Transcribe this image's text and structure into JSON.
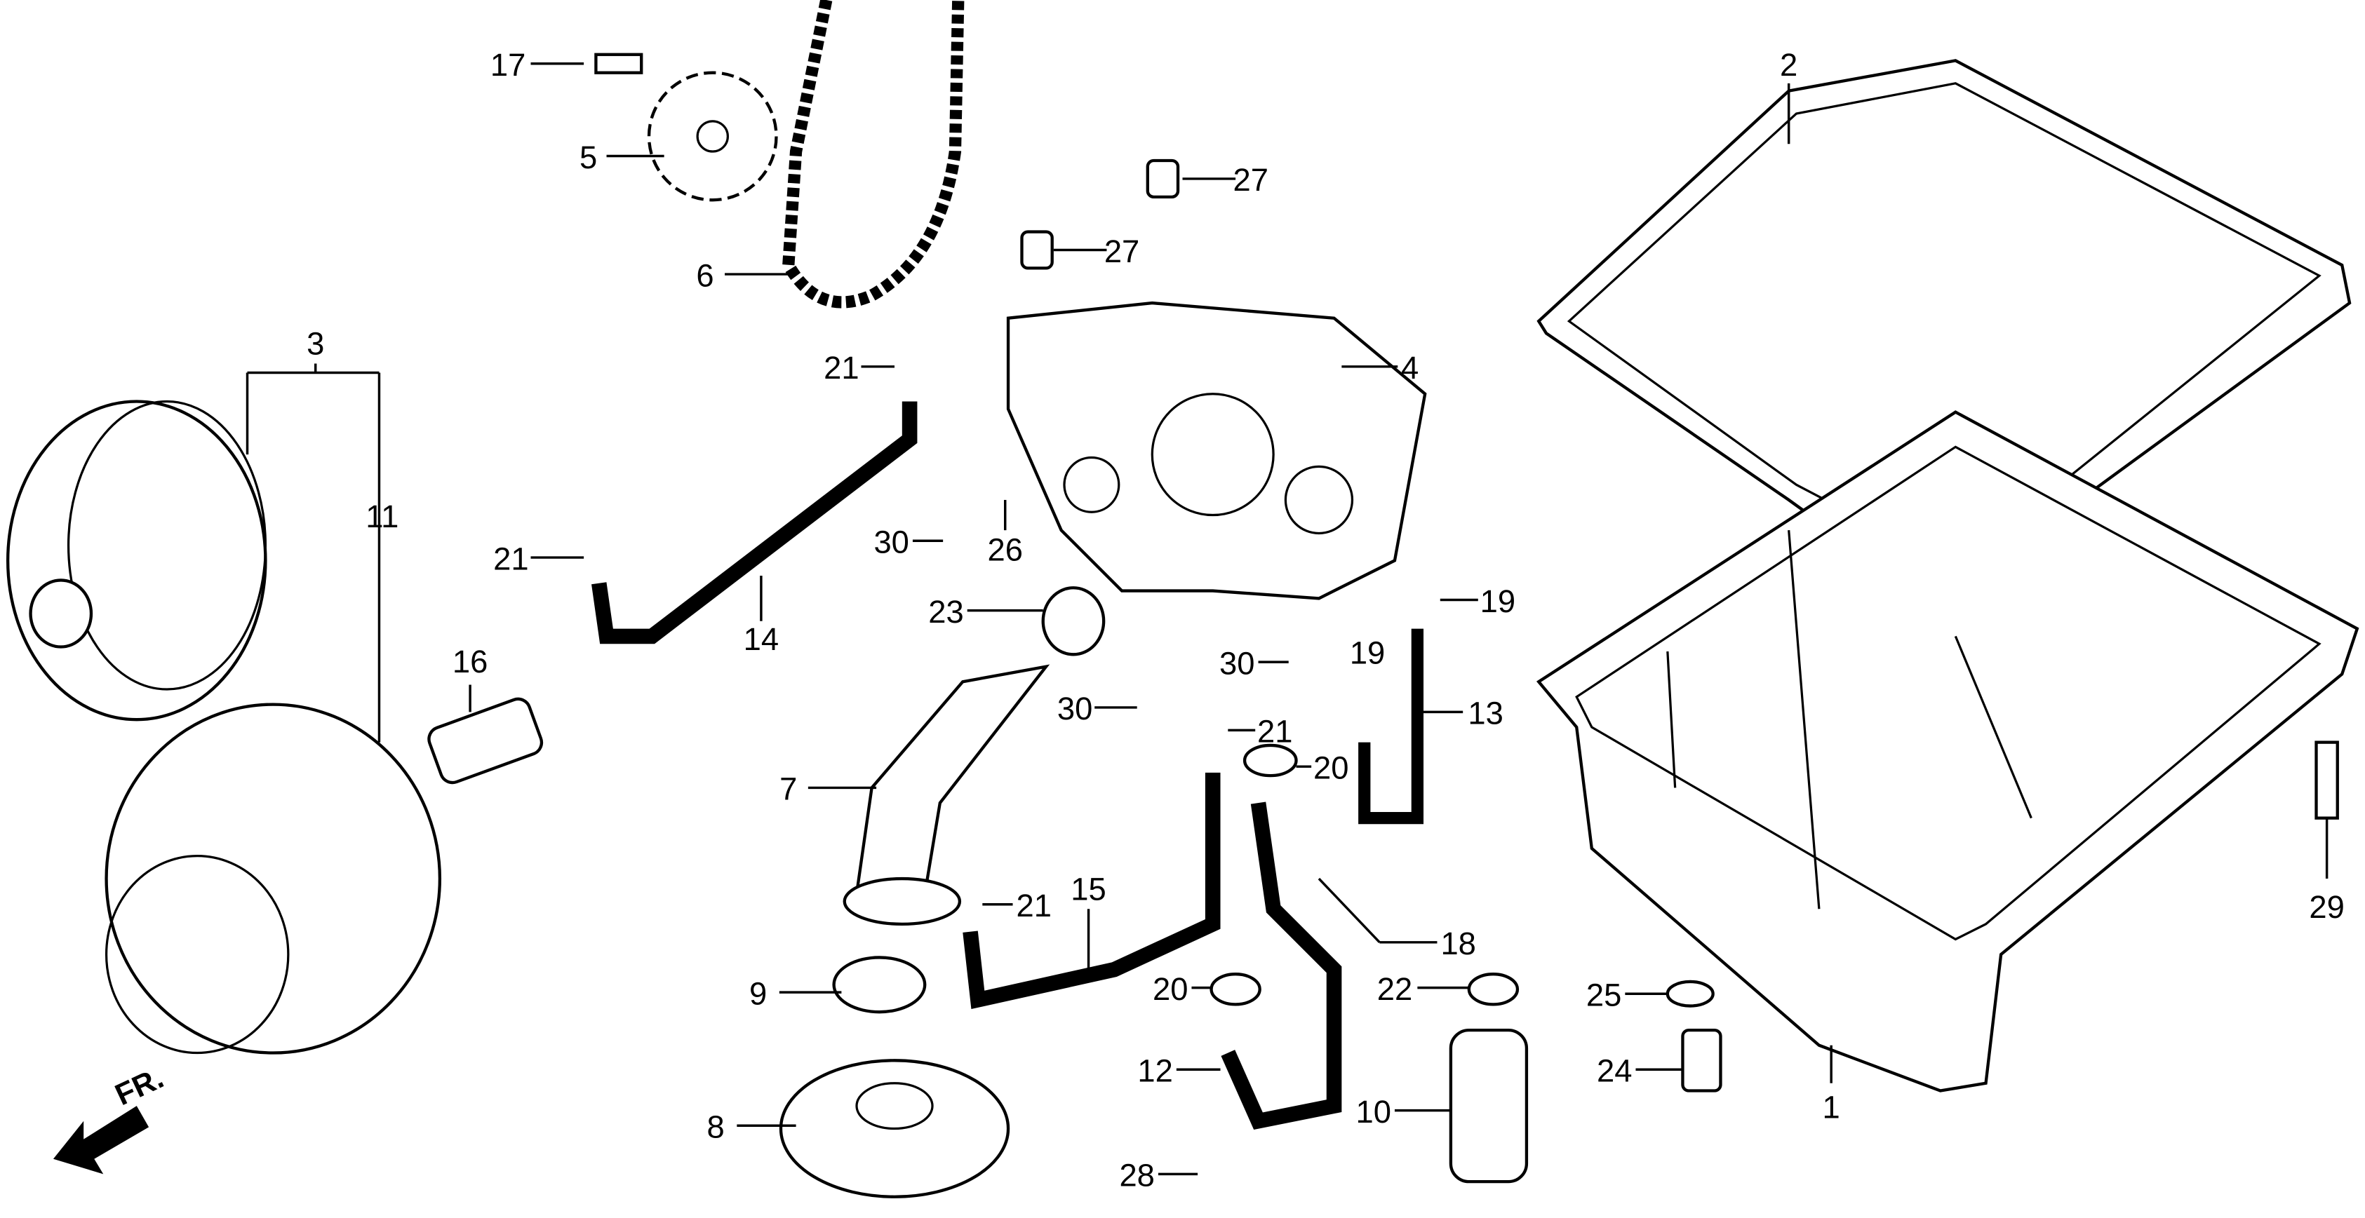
{
  "diagram": {
    "callouts": [
      "17",
      "5",
      "6",
      "27",
      "27",
      "4",
      "2",
      "3",
      "11",
      "21",
      "21",
      "14",
      "30",
      "26",
      "23",
      "19",
      "19",
      "30",
      "30",
      "21",
      "20",
      "13",
      "7",
      "21",
      "15",
      "9",
      "20",
      "18",
      "22",
      "12",
      "10",
      "8",
      "28",
      "25",
      "24",
      "1",
      "29",
      "16"
    ],
    "direction_label": "FR.",
    "line_color": "#000000",
    "background": "#ffffff"
  }
}
